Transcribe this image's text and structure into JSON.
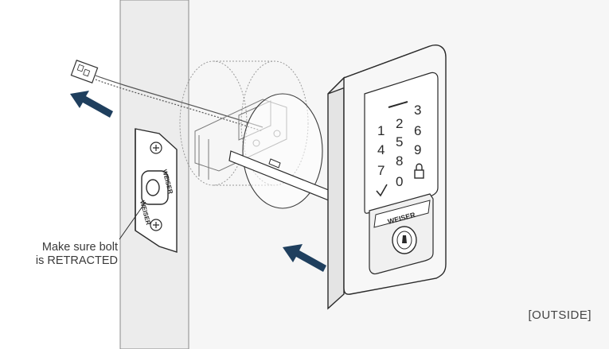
{
  "callout": {
    "line1": "Make sure bolt",
    "line2": "is RETRACTED"
  },
  "side_label": "[OUTSIDE]",
  "brand_text": "WEISER",
  "keypad_keys": [
    "1",
    "2",
    "3",
    "4",
    "5",
    "6",
    "7",
    "8",
    "9",
    "0"
  ],
  "colors": {
    "arrow": "#1f3f5e",
    "door_face": "#f3f3f3",
    "door_edge": "#e9e9e9",
    "line": "#2a2a2a",
    "ghost": "#9a9a9a"
  }
}
